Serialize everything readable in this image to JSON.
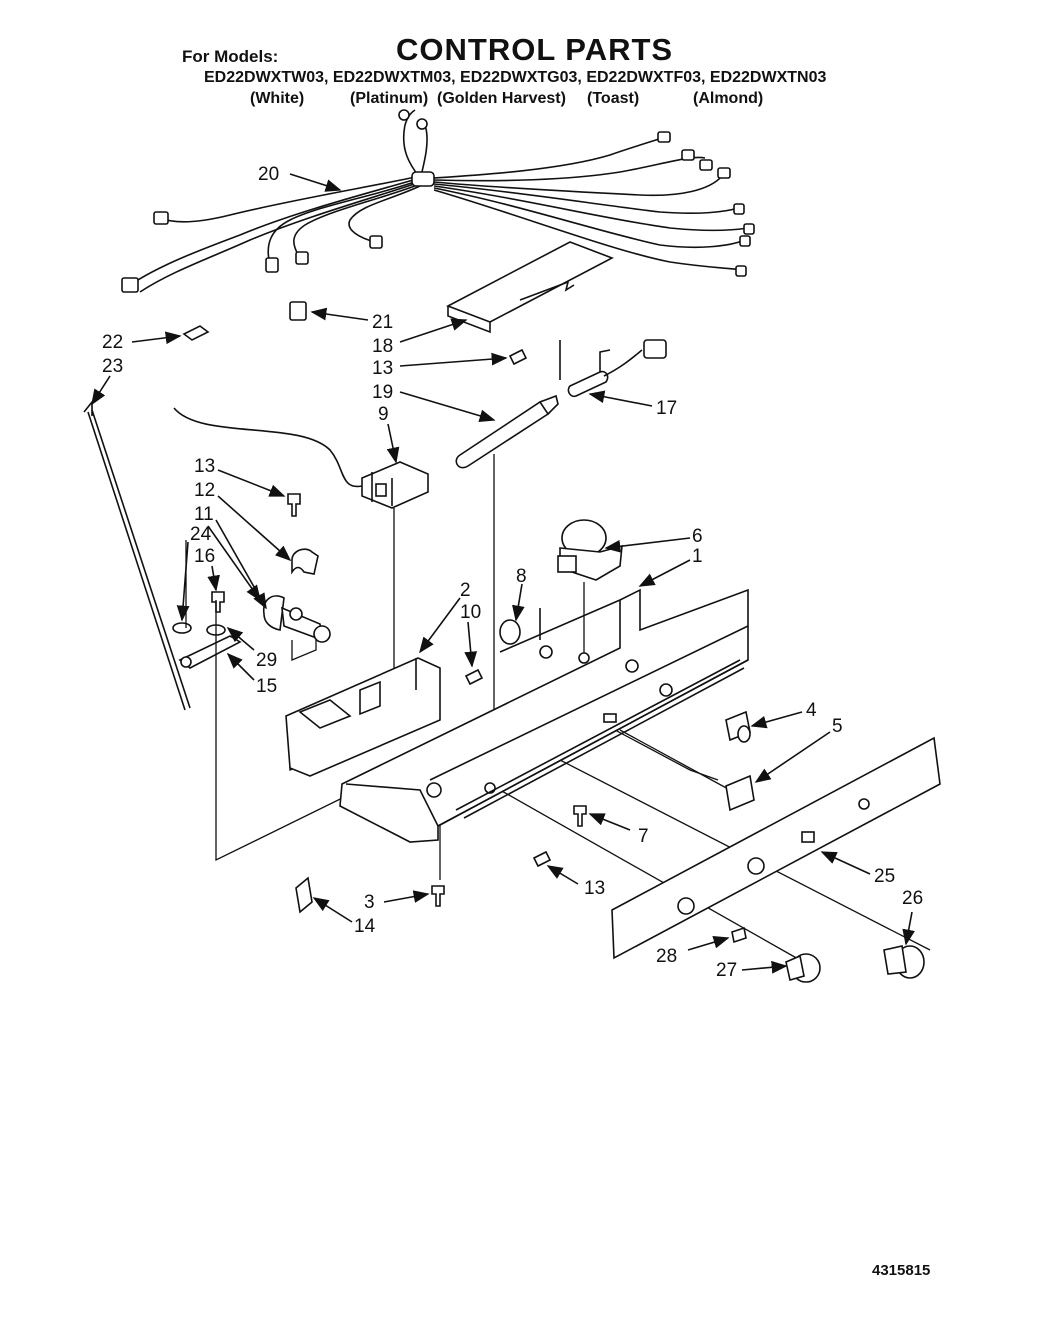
{
  "header": {
    "for_models_label": "For Models:",
    "title": "CONTROL PARTS",
    "models_line": "ED22DWXTW03, ED22DWXTM03, ED22DWXTG03, ED22DWXTF03, ED22DWXTN03",
    "colors": [
      "(White)",
      "(Platinum)",
      "(Golden Harvest)",
      "(Toast)",
      "(Almond)"
    ]
  },
  "callouts": [
    {
      "id": "c20",
      "label": "20"
    },
    {
      "id": "c21",
      "label": "21"
    },
    {
      "id": "c18",
      "label": "18"
    },
    {
      "id": "c22",
      "label": "22"
    },
    {
      "id": "c23",
      "label": "23"
    },
    {
      "id": "c13a",
      "label": "13"
    },
    {
      "id": "c19",
      "label": "19"
    },
    {
      "id": "c17",
      "label": "17"
    },
    {
      "id": "c9",
      "label": "9"
    },
    {
      "id": "c13b",
      "label": "13"
    },
    {
      "id": "c12",
      "label": "12"
    },
    {
      "id": "c11",
      "label": "11"
    },
    {
      "id": "c24",
      "label": "24"
    },
    {
      "id": "c16",
      "label": "16"
    },
    {
      "id": "c6",
      "label": "6"
    },
    {
      "id": "c1",
      "label": "1"
    },
    {
      "id": "c8",
      "label": "8"
    },
    {
      "id": "c2",
      "label": "2"
    },
    {
      "id": "c10",
      "label": "10"
    },
    {
      "id": "c29",
      "label": "29"
    },
    {
      "id": "c15",
      "label": "15"
    },
    {
      "id": "c4",
      "label": "4"
    },
    {
      "id": "c5",
      "label": "5"
    },
    {
      "id": "c7",
      "label": "7"
    },
    {
      "id": "c25",
      "label": "25"
    },
    {
      "id": "c26",
      "label": "26"
    },
    {
      "id": "c13c",
      "label": "13"
    },
    {
      "id": "c3",
      "label": "3"
    },
    {
      "id": "c14",
      "label": "14"
    },
    {
      "id": "c28",
      "label": "28"
    },
    {
      "id": "c27",
      "label": "27"
    }
  ],
  "footer": {
    "doc_number": "4315815"
  }
}
